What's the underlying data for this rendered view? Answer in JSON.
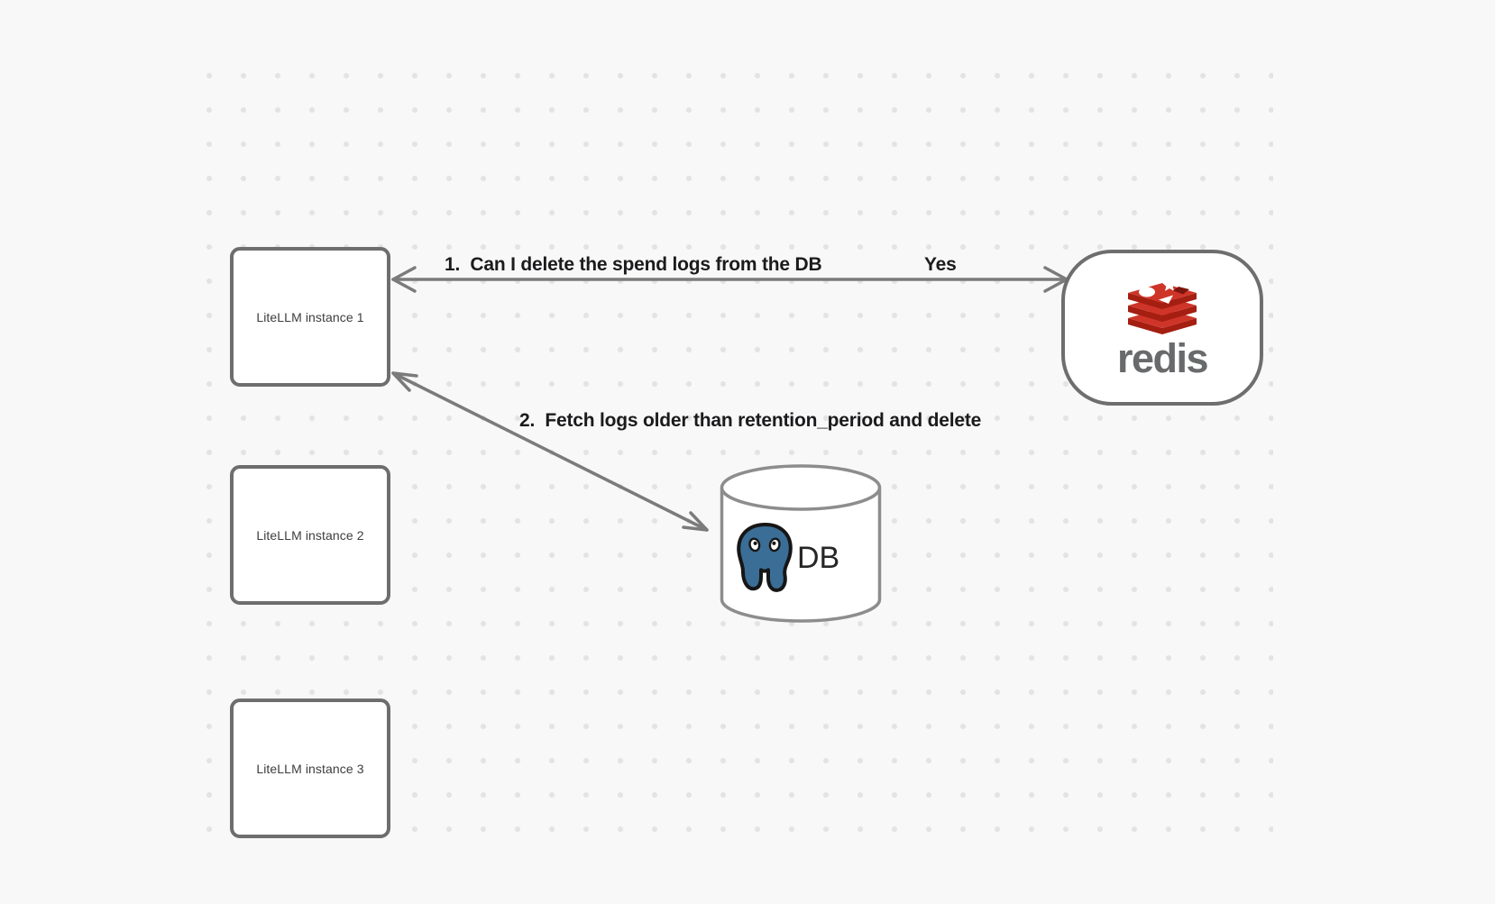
{
  "colors": {
    "canvas_bg": "#f8f8f8",
    "dot": "#e3e3e3",
    "node_border": "#6e6e6e",
    "node_bg": "#ffffff",
    "node_text": "#3d3d3d",
    "arrow": "#7b7b7b",
    "label_text": "#1b1b1d",
    "cylinder_border": "#8d8d8d",
    "redis_red": "#ce3528",
    "redis_dark_red": "#a41e11",
    "redis_cube": "#7c150d",
    "redis_wordmark": "#696a6c",
    "postgres_blue": "#3a6e96",
    "logo_outline": "#161616",
    "db_text": "#262626"
  },
  "nodes": {
    "instance1": {
      "label": "LiteLLM instance 1"
    },
    "instance2": {
      "label": "LiteLLM instance 2"
    },
    "instance3": {
      "label": "LiteLLM instance 3"
    },
    "redis": {
      "wordmark": "redis"
    },
    "db": {
      "label": "DB"
    }
  },
  "edges": {
    "edge1": {
      "label": "1.  Can I delete the spend logs from the DB",
      "response": "Yes"
    },
    "edge2": {
      "label": "2.  Fetch logs older than retention_period and delete"
    }
  }
}
